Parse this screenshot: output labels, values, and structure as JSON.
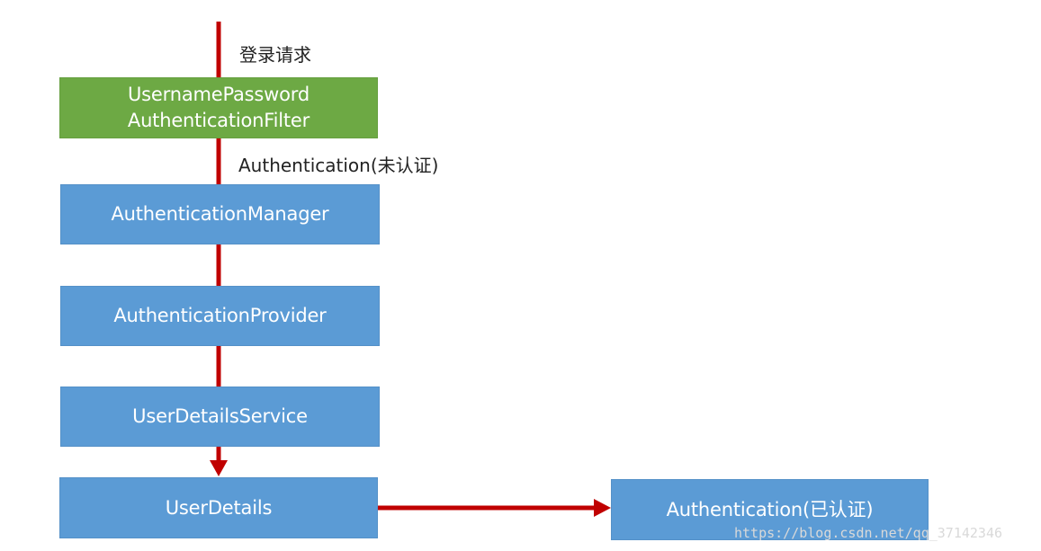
{
  "diagram": {
    "labels": {
      "login_request": "登录请求",
      "unauthenticated": "Authentication(未认证)"
    },
    "nodes": {
      "filter": {
        "line1": "UsernamePassword",
        "line2": "AuthenticationFilter"
      },
      "manager": "AuthenticationManager",
      "provider": "AuthenticationProvider",
      "user_details_service": "UserDetailsService",
      "user_details": "UserDetails",
      "authenticated": "Authentication(已认证)"
    },
    "colors": {
      "filter_box": "#6da944",
      "process_box": "#5b9bd5",
      "arrow": "#c00000"
    }
  },
  "watermark": "https://blog.csdn.net/qq_37142346"
}
